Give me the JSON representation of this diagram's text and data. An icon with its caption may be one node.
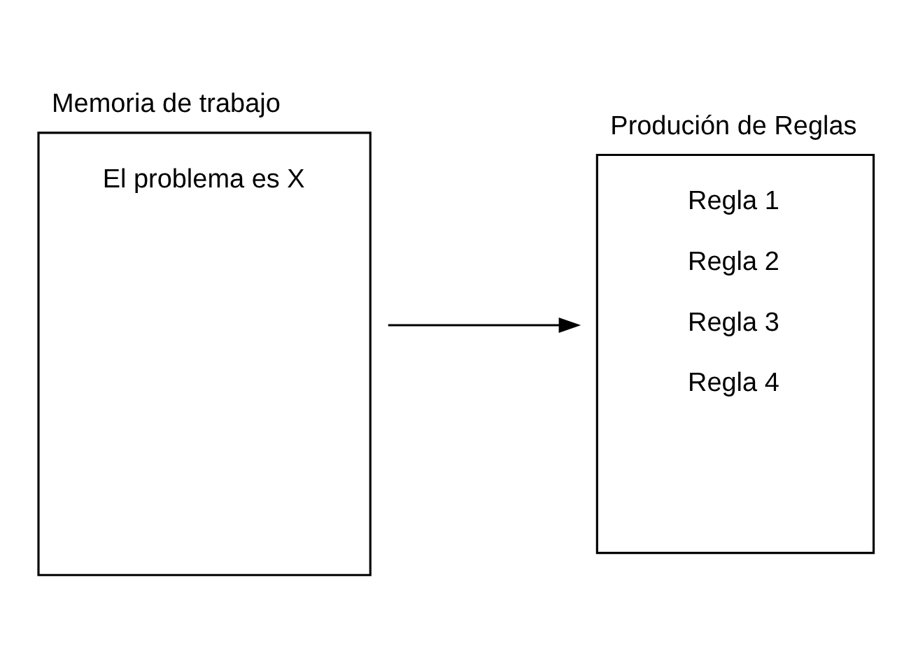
{
  "diagram": {
    "nodes": [
      {
        "text": [
          "Memoria de trabajo",
          "El problema es X"
        ]
      },
      {
        "text": [
          "Produción de Reglas",
          "Regla 1",
          "Regla 2",
          "Regla 3",
          "Regla 4"
        ]
      }
    ],
    "edges": [
      {
        "from": 0,
        "to": 1,
        "arrow": "to"
      }
    ]
  }
}
